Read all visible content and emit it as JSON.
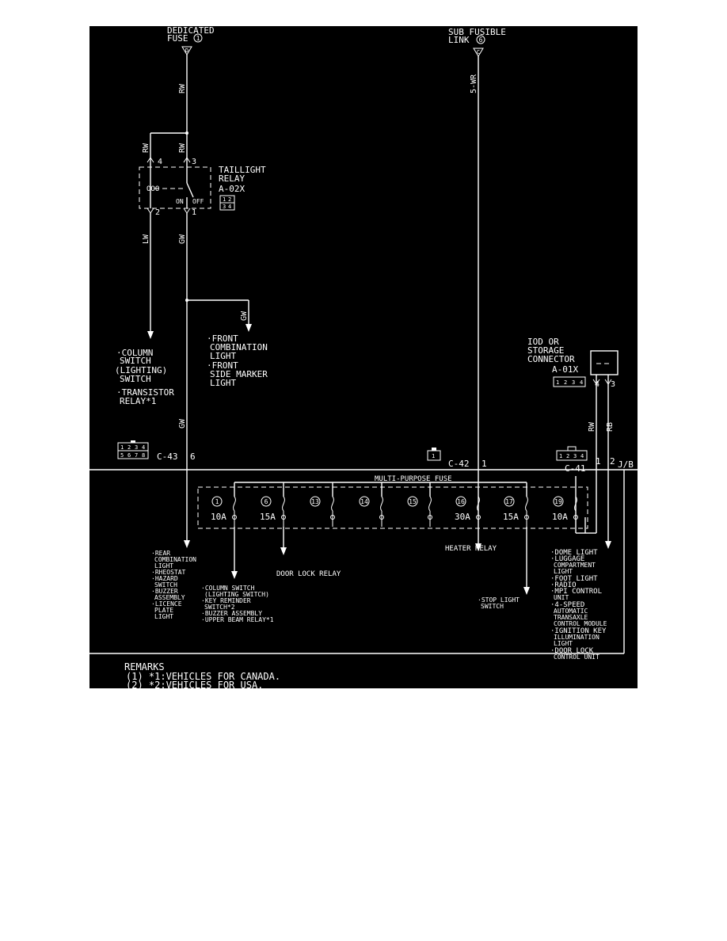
{
  "sources": {
    "dedicated_fuse": {
      "line1": "DEDICATED",
      "line2": "FUSE",
      "num": "1",
      "letter": "D"
    },
    "sub_fusible_link": {
      "line1": "SUB FUSIBLE",
      "line2": "LINK",
      "num": "6",
      "letter": "C"
    }
  },
  "wires": {
    "rw": "RW",
    "lw": "LW",
    "gw": "GW",
    "rb": "RB",
    "wr5": "5-WR"
  },
  "taillight_relay": {
    "line1": "TAILLIGHT",
    "line2": "RELAY",
    "code": "A-02X",
    "pins": [
      "4",
      "3",
      "2",
      "1"
    ],
    "on": "ON",
    "off": "OFF",
    "connector_row1": [
      "1",
      "2"
    ],
    "connector_row2": [
      "3",
      "4"
    ]
  },
  "column_switch": [
    "·COLUMN",
    "SWITCH",
    "(LIGHTING)",
    "SWITCH",
    "·TRANSISTOR",
    "RELAY*1"
  ],
  "front_lights": [
    "·FRONT",
    "COMBINATION",
    "LIGHT",
    "·FRONT",
    "SIDE MARKER",
    "LIGHT"
  ],
  "iod": {
    "line1": "IOD OR",
    "line2": "STORAGE",
    "line3": "CONNECTOR",
    "code": "A-01X",
    "pins": [
      "1",
      "2",
      "3",
      "4"
    ],
    "pin_a": "4",
    "pin_b": "3"
  },
  "connectors": {
    "c43": {
      "label": "C-43",
      "pin": "6",
      "grid_top": [
        "1",
        "2",
        "3",
        "4"
      ],
      "grid_bottom": [
        "5",
        "6",
        "7",
        "8"
      ]
    },
    "c42": {
      "label": "C-42",
      "pin": "1",
      "grid": "1"
    },
    "c41": {
      "label": "C-41",
      "pin1": "1",
      "pin2": "2",
      "jb": "J/B",
      "grid": [
        "1",
        "2",
        "3",
        "4"
      ]
    }
  },
  "fuse_box": {
    "title": "MULTI-PURPOSE FUSE",
    "fuses": [
      {
        "num": "1",
        "amp": "10A"
      },
      {
        "num": "6",
        "amp": "15A"
      },
      {
        "num": "13",
        "amp": ""
      },
      {
        "num": "14",
        "amp": ""
      },
      {
        "num": "15",
        "amp": ""
      },
      {
        "num": "16",
        "amp": "30A"
      },
      {
        "num": "17",
        "amp": "15A"
      },
      {
        "num": "19",
        "amp": "10A"
      }
    ]
  },
  "loads": {
    "rear": [
      "·REAR",
      "COMBINATION",
      "LIGHT",
      "·RHEOSTAT",
      "·HAZARD",
      "SWITCH",
      "·BUZZER",
      "ASSEMBLY",
      "·LICENCE",
      "PLATE",
      "LIGHT"
    ],
    "column": [
      "·COLUMN SWITCH",
      "(LIGHTING SWITCH)",
      "·KEY REMINDER",
      "SWITCH*2",
      "·BUZZER ASSEMBLY",
      "·UPPER BEAM RELAY*1"
    ],
    "door_lock_relay": "DOOR LOCK RELAY",
    "heater_relay": "HEATER RELAY",
    "stop_light": [
      "·STOP LIGHT",
      "SWITCH"
    ],
    "dome": [
      "·DOME LIGHT",
      "·LUGGAGE",
      "COMPARTMENT",
      "LIGHT",
      "·FOOT LIGHT",
      "·RADIO",
      "·MPI CONTROL",
      "UNIT",
      "·4-SPEED",
      "AUTOMATIC",
      "TRANSAXLE",
      "CONTROL MODULE",
      "·IGNITION KEY",
      "ILLUMINATION",
      "LIGHT",
      "·DOOR LOCK",
      "CONTROL UNIT"
    ]
  },
  "remarks": {
    "title": "REMARKS",
    "note1": "(1) *1:VEHICLES FOR CANADA.",
    "note2": "(2) *2:VEHICLES FOR USA."
  }
}
